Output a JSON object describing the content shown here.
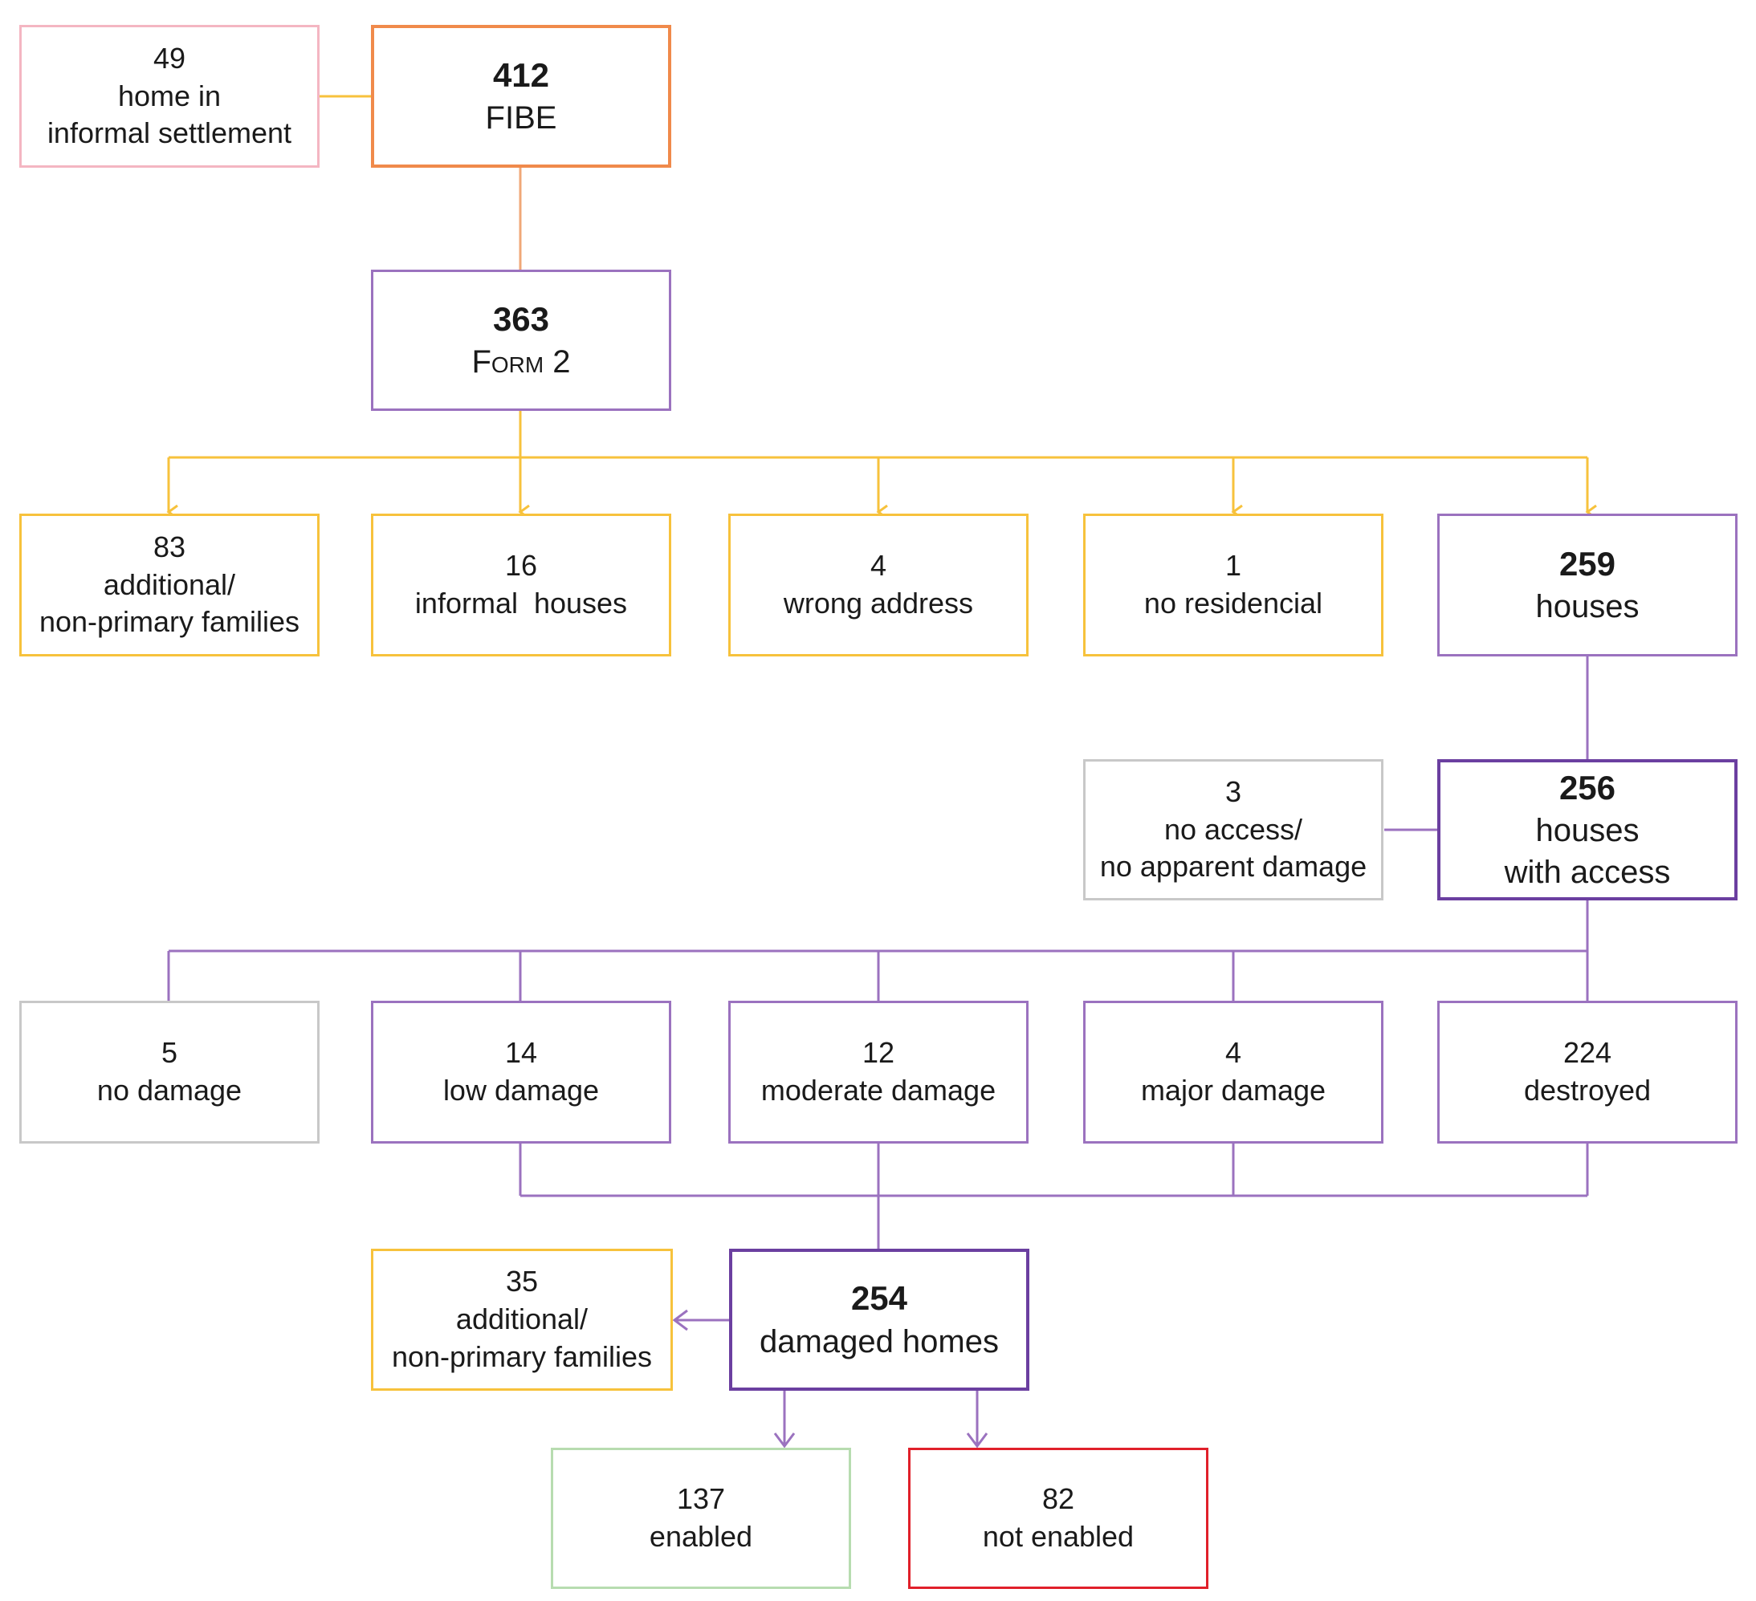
{
  "colors": {
    "pink": "#f4b6c2",
    "orange": "#f08a4b",
    "purple": "#9b72bf",
    "purple_dark": "#6b3fa0",
    "yellow": "#f7c23c",
    "gray": "#c8c8c8",
    "green": "#b7dcb0",
    "red": "#e0202a",
    "connector_orange": "#f0a878"
  },
  "nodes": {
    "informal_settlement": {
      "value": "49",
      "label": "home in\ninformal settlement"
    },
    "fibe": {
      "value": "412",
      "label": "FIBE"
    },
    "form2": {
      "value": "363",
      "label": "Form 2"
    },
    "additional_families": {
      "value": "83",
      "label": "additional/\nnon-primary families"
    },
    "informal_houses": {
      "value": "16",
      "label": "informal  houses"
    },
    "wrong_address": {
      "value": "4",
      "label": "wrong address"
    },
    "no_residencial": {
      "value": "1",
      "label": "no residencial"
    },
    "houses": {
      "value": "259",
      "label": "houses"
    },
    "no_access": {
      "value": "3",
      "label": "no access/\nno apparent damage"
    },
    "houses_with_access": {
      "value": "256",
      "label": "houses\nwith access"
    },
    "no_damage": {
      "value": "5",
      "label": "no damage"
    },
    "low_damage": {
      "value": "14",
      "label": "low damage"
    },
    "moderate_damage": {
      "value": "12",
      "label": "moderate damage"
    },
    "major_damage": {
      "value": "4",
      "label": "major damage"
    },
    "destroyed": {
      "value": "224",
      "label": "destroyed"
    },
    "additional_families_2": {
      "value": "35",
      "label": "additional/\nnon-primary families"
    },
    "damaged_homes": {
      "value": "254",
      "label": "damaged homes"
    },
    "enabled": {
      "value": "137",
      "label": "enabled"
    },
    "not_enabled": {
      "value": "82",
      "label": "not enabled"
    }
  }
}
